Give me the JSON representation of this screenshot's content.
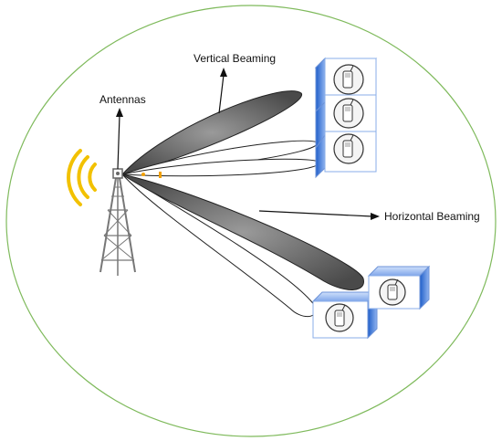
{
  "labels": {
    "vertical_beaming": "Vertical Beaming",
    "antennas": "Antennas",
    "horizontal_beaming": "Horizontal Beaming"
  },
  "colors": {
    "boundary": "#7fba5c",
    "beam_fill": "#6e6e6e",
    "beam_stroke": "#222222",
    "box_face": "#ffffff",
    "box_side": "#2f6fd0",
    "box_edge": "#8aaee8",
    "signal": "#f2c100",
    "tower": "#888888"
  },
  "icons": {
    "tower": "cell-tower-icon",
    "device": "mobile-phone-icon"
  }
}
